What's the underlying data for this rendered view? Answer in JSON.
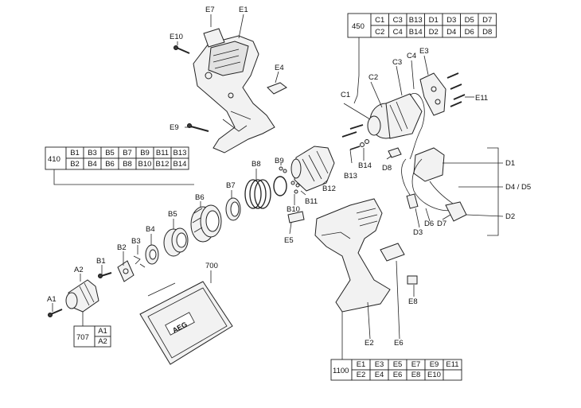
{
  "labels": {
    "E7": "E7",
    "E1": "E1",
    "E10": "E10",
    "E4": "E4",
    "E9": "E9",
    "C1": "C1",
    "C2": "C2",
    "C3": "C3",
    "C4": "C4",
    "E3": "E3",
    "E11": "E11",
    "B8": "B8",
    "B9": "B9",
    "B7": "B7",
    "B6": "B6",
    "B5": "B5",
    "B4": "B4",
    "B3": "B3",
    "B2": "B2",
    "B1": "B1",
    "A2": "A2",
    "A1": "A1",
    "B10": "B10",
    "B11": "B11",
    "B12": "B12",
    "B13": "B13",
    "B14": "B14",
    "D8": "D8",
    "D1": "D1",
    "D4D5": "D4 / D5",
    "D2": "D2",
    "D3": "D3",
    "D6": "D6",
    "D7": "D7",
    "E5": "E5",
    "E6": "E6",
    "E2": "E2",
    "E8": "E8",
    "n700": "700"
  },
  "case_brand": "AEG",
  "tables": {
    "t450": {
      "code": "450",
      "rows": [
        [
          "C1",
          "C3",
          "B13",
          "D1",
          "D3",
          "D5",
          "D7"
        ],
        [
          "C2",
          "C4",
          "B14",
          "D2",
          "D4",
          "D6",
          "D8"
        ]
      ]
    },
    "t410": {
      "code": "410",
      "rows": [
        [
          "B1",
          "B3",
          "B5",
          "B7",
          "B9",
          "B11",
          "B13"
        ],
        [
          "B2",
          "B4",
          "B6",
          "B8",
          "B10",
          "B12",
          "B14"
        ]
      ]
    },
    "t707": {
      "code": "707",
      "rows": [
        [
          "A1"
        ],
        [
          "A2"
        ]
      ]
    },
    "t1100": {
      "code": "1100",
      "rows": [
        [
          "E1",
          "E3",
          "E5",
          "E7",
          "E9",
          "E11"
        ],
        [
          "E2",
          "E4",
          "E6",
          "E8",
          "E10",
          ""
        ]
      ]
    }
  }
}
